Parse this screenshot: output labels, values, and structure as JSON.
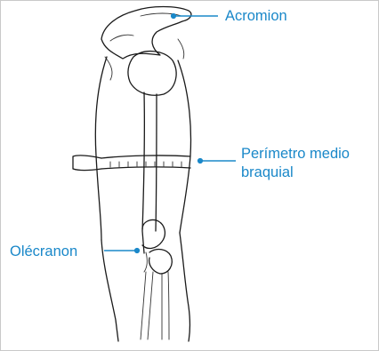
{
  "theme": {
    "accent": "#1a88c9",
    "ink": "#1a1a1a",
    "frame": "#c9c9c9"
  },
  "labels": {
    "acromion": "Acromion",
    "perimetro_line1": "Perímetro medio",
    "perimetro_line2": "braquial",
    "olecranon": "Olécranon"
  }
}
